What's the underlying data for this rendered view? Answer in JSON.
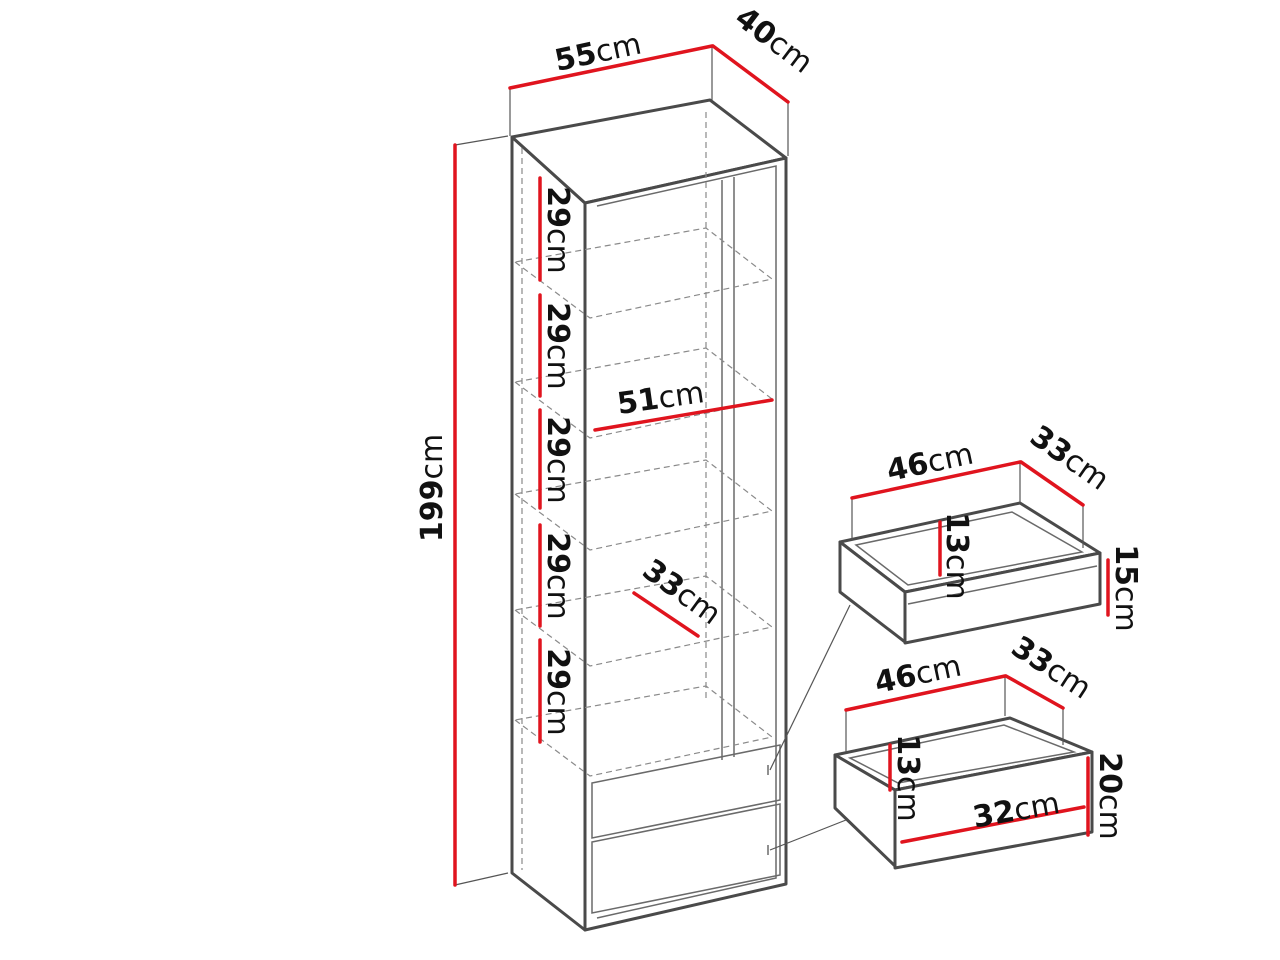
{
  "unit": "cm",
  "wardrobe": {
    "width": "55",
    "depth": "40",
    "height": "199",
    "inner_width": "51",
    "inner_depth": "33",
    "compartments": [
      "29",
      "29",
      "29",
      "29",
      "29"
    ]
  },
  "drawer_top": {
    "width": "46",
    "depth": "33",
    "inner_height": "13",
    "front_height": "15"
  },
  "drawer_bottom": {
    "width": "46",
    "depth": "33",
    "inner_height": "13",
    "front_height": "20",
    "front_width": "32"
  },
  "colors": {
    "dimension_line": "#e0141e",
    "outline": "#4a4a4a",
    "text": "#111111"
  }
}
